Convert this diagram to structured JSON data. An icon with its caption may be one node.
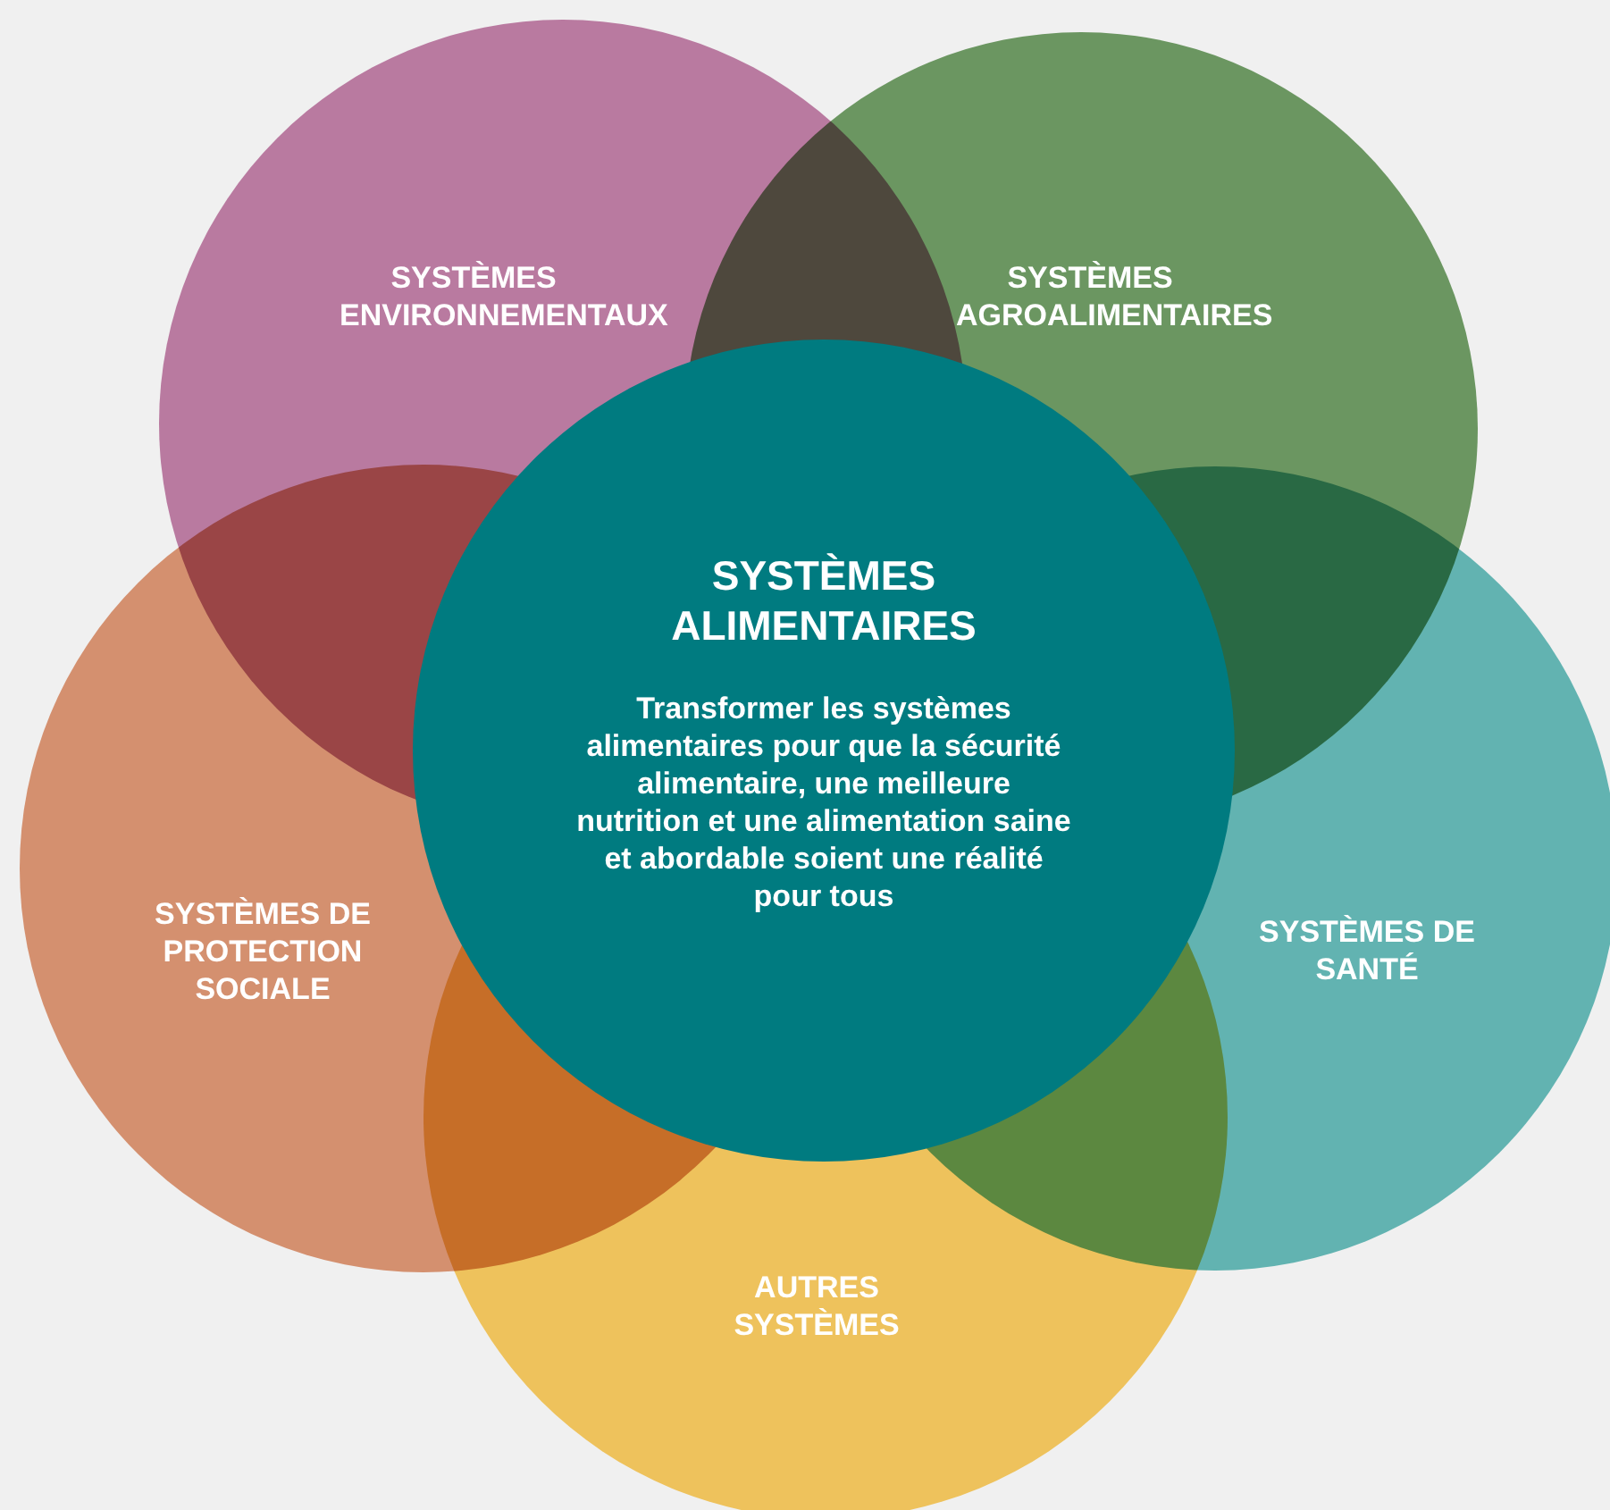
{
  "diagram": {
    "nodes": [
      {
        "text": [
          "SYSTÈMES ENVIRONNEMENTAUX"
        ]
      },
      {
        "text": [
          "SYSTÈMES AGROALIMENTAIRES"
        ]
      },
      {
        "text": [
          "SYSTÈMES ALIMENTAIRES",
          "Transformer les systèmes alimentaires pour que la sécurité alimentaire, une meilleure nutrition et une alimentation saine et abordable soient une réalité pour tous"
        ]
      },
      {
        "text": [
          "SYSTÈMES DE PROTECTION SOCIALE"
        ]
      },
      {
        "text": [
          "SYSTÈMES DE SANTÉ"
        ]
      },
      {
        "text": [
          "AUTRES SYSTÈMES"
        ]
      }
    ]
  }
}
